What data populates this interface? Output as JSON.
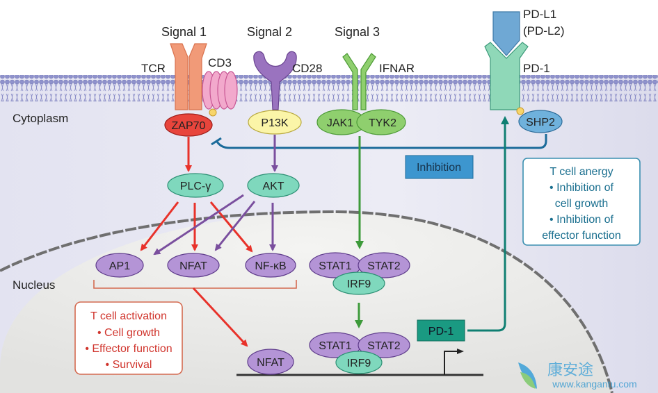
{
  "labels": {
    "signal1": "Signal 1",
    "signal2": "Signal 2",
    "signal3": "Signal 3",
    "tcr": "TCR",
    "cd3": "CD3",
    "cd28": "CD28",
    "ifnar": "IFNAR",
    "pdl1": "PD-L1",
    "pdl2": "(PD-L2)",
    "pd1_receptor": "PD-1",
    "cytoplasm": "Cytoplasm",
    "nucleus": "Nucleus"
  },
  "nodes": {
    "zap70": "ZAP70",
    "p13k": "P13K",
    "jak1": "JAK1",
    "tyk2": "TYK2",
    "shp2": "SHP2",
    "plc": "PLC-γ",
    "akt": "AKT",
    "ap1": "AP1",
    "nfat": "NFAT",
    "nfkb": "NF-κB",
    "stat1_a": "STAT1",
    "stat2_a": "STAT2",
    "irf9_a": "IRF9",
    "stat1_b": "STAT1",
    "stat2_b": "STAT2",
    "irf9_b": "IRF9",
    "nfat_dna": "NFAT",
    "pd1_gene": "PD-1"
  },
  "inhibition_label": "Inhibition",
  "activation_box": {
    "title": "T cell activation",
    "items": [
      "• Cell growth",
      "• Effector function",
      "• Survival"
    ]
  },
  "anergy_box": {
    "lines": [
      "T cell anergy",
      "• Inhibition of",
      "cell growth",
      "• Inhibition of",
      "effector function"
    ]
  },
  "watermark": {
    "chinese": "康安途",
    "url": "www.kangantu.com"
  },
  "colors": {
    "red_arrow": "#e8322a",
    "purple_arrow": "#7a4f9e",
    "green_arrow": "#3d9a3a",
    "teal_arrow": "#0f7f72",
    "inhibition_line": "#1b6b9a",
    "activation_text": "#d0342c",
    "anergy_text": "#1a6f8f"
  }
}
